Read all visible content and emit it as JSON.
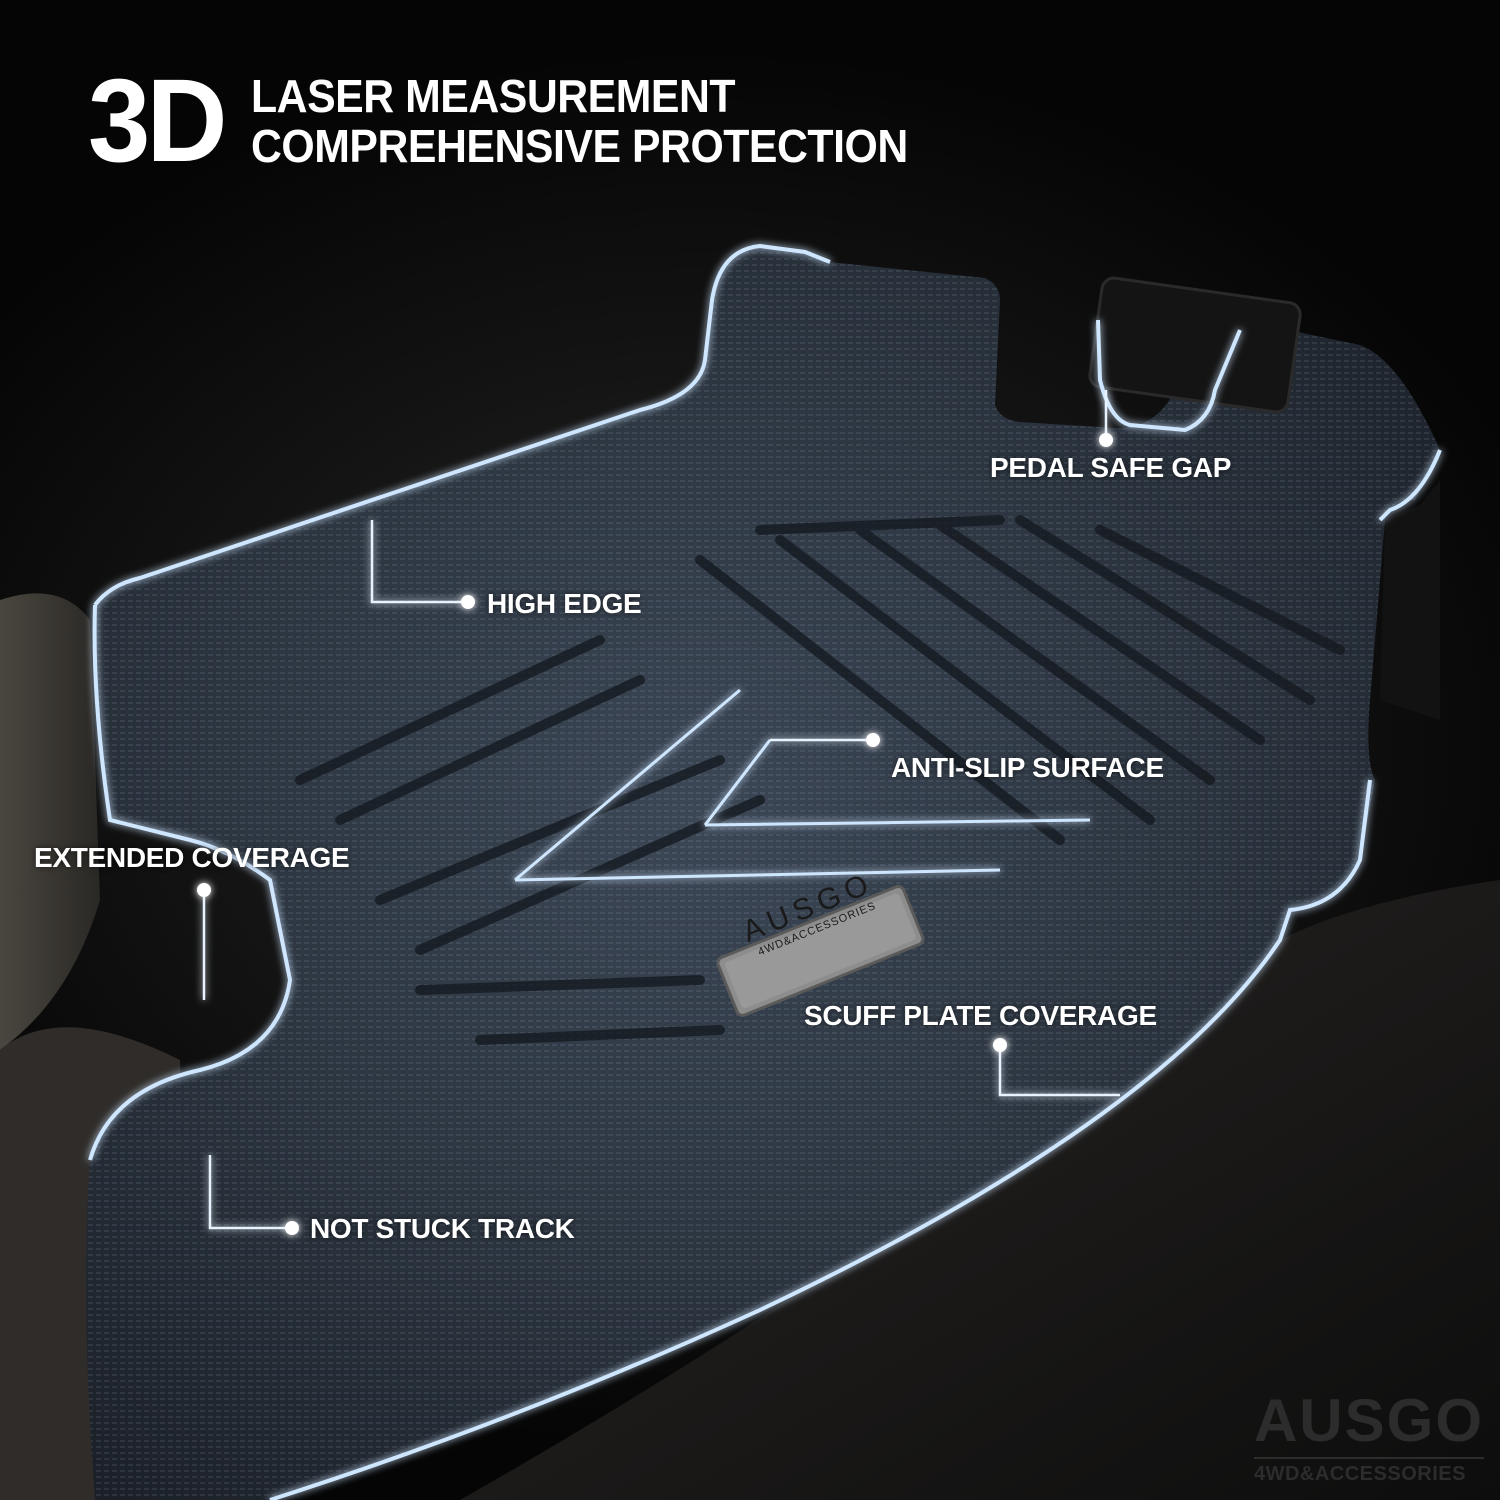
{
  "headline": {
    "big": "3D",
    "line1": "LASER MEASUREMENT",
    "line2": "COMPREHENSIVE PROTECTION"
  },
  "callouts": [
    {
      "id": "pedal-safe-gap",
      "label": "PEDAL SAFE GAP"
    },
    {
      "id": "high-edge",
      "label": "HIGH EDGE"
    },
    {
      "id": "anti-slip-surface",
      "label": "ANTI-SLIP SURFACE"
    },
    {
      "id": "extended-coverage",
      "label": "EXTENDED COVERAGE"
    },
    {
      "id": "scuff-plate-coverage",
      "label": "SCUFF PLATE COVERAGE"
    },
    {
      "id": "not-stuck-track",
      "label": "NOT STUCK TRACK"
    }
  ],
  "badge": {
    "brand": "AUSGO",
    "tagline": "4WD&ACCESSORIES"
  },
  "watermark": {
    "brand": "AUSGO",
    "tagline": "4WD&ACCESSORIES"
  },
  "colors": {
    "background": "#000000",
    "outline_glow": "#a9d4ff",
    "text": "#ffffff",
    "mat": "#3b4654"
  }
}
